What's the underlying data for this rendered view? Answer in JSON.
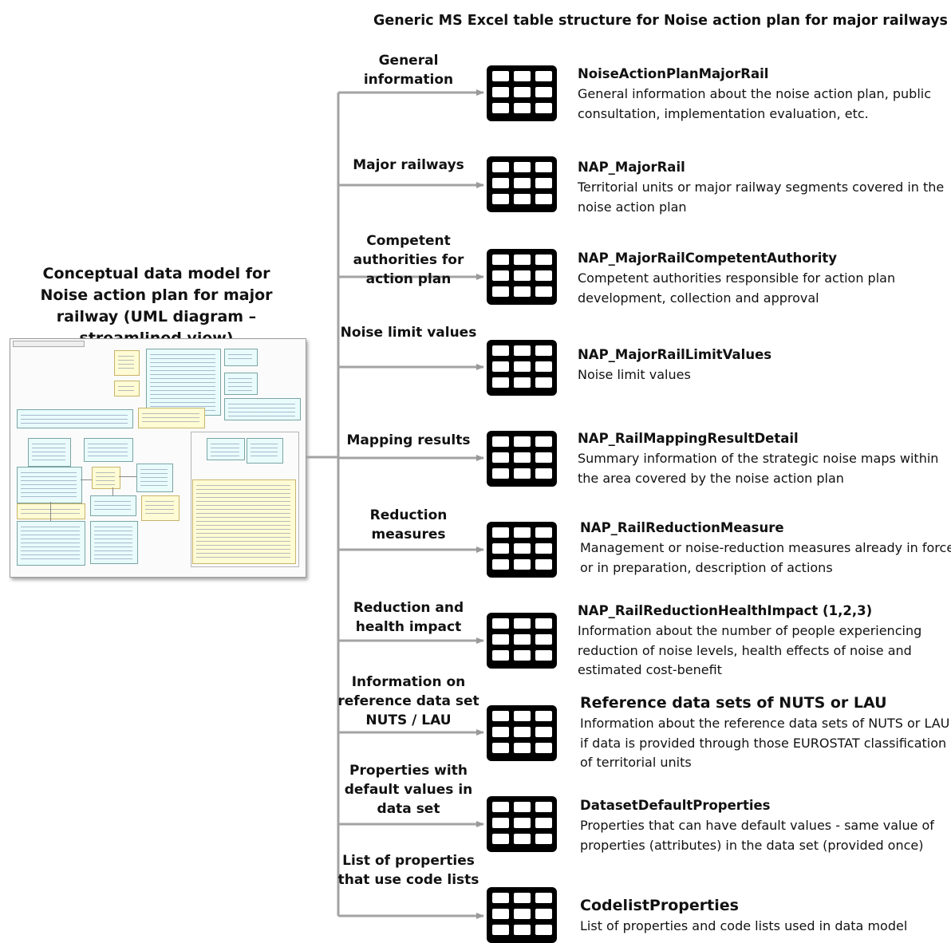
{
  "header": {
    "title": "Generic MS Excel table structure for Noise action plan for major railways"
  },
  "left": {
    "title": "Conceptual data model for Noise action plan for major railway (UML diagram – streamlined view)"
  },
  "rows": [
    {
      "category": "General information",
      "table": "NoiseActionPlanMajorRail",
      "description": "General information about the noise action plan, public consultation, implementation evaluation, etc.",
      "icon": "table-grid-icon"
    },
    {
      "category": "Major railways",
      "table": "NAP_MajorRail",
      "description": "Territorial units or major railway segments covered in the noise action plan",
      "icon": "table-grid-icon"
    },
    {
      "category": "Competent authorities for action plan",
      "table": "NAP_MajorRailCompetentAuthority",
      "description": "Competent authorities responsible for action plan development, collection and approval",
      "icon": "table-grid-icon"
    },
    {
      "category": "Noise limit values",
      "table": "NAP_MajorRailLimitValues",
      "description": "Noise limit values",
      "icon": "table-grid-icon"
    },
    {
      "category": "Mapping results",
      "table": "NAP_RailMappingResultDetail",
      "description": "Summary information of the strategic noise maps within the area covered by the noise action plan",
      "icon": "table-grid-icon"
    },
    {
      "category": "Reduction measures",
      "table": "NAP_RailReductionMeasure",
      "description": "Management or noise-reduction measures already in force or in preparation, description of actions",
      "icon": "table-grid-icon"
    },
    {
      "category": "Reduction and health impact",
      "table": "NAP_RailReductionHealthImpact (1,2,3)",
      "description": "Information about the number of people experiencing reduction of noise levels, health effects of noise and estimated cost-benefit",
      "icon": "table-grid-icon"
    },
    {
      "category": "Information on reference data set NUTS / LAU",
      "table": "Reference data sets of NUTS or LAU",
      "description": "Information about the reference data sets of NUTS or LAU if data is provided through those EUROSTAT classification of territorial units",
      "icon": "table-grid-icon"
    },
    {
      "category": "Properties with default values in data set",
      "table": "DatasetDefaultProperties",
      "description": "Properties that can have default values - same value of properties (attributes) in the data set (provided once)",
      "icon": "table-grid-icon"
    },
    {
      "category": "List of properties that use code lists",
      "table": "CodelistProperties",
      "description": "List of properties and code lists used in data model",
      "icon": "table-grid-icon"
    }
  ]
}
